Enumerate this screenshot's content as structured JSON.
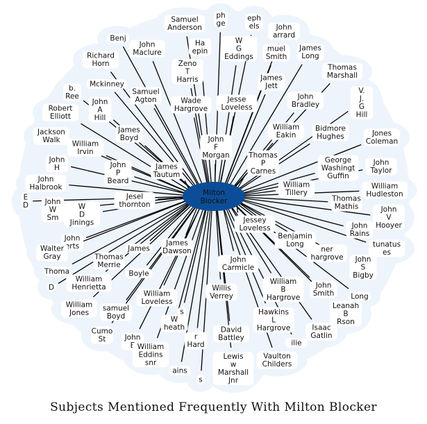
{
  "title": "Subjects Mentioned Frequently With Milton Blocker",
  "colors": {
    "center_fill": "#0b4e97",
    "halo": "#eef4fc",
    "edge": "#000000",
    "label_bg": "#ffffff"
  },
  "center": {
    "label": "Milton\nBlocker"
  },
  "nodes": [
    "Samuel\nAnderson",
    "ph\nge",
    "eph\nels",
    "John\narrard",
    "Benj",
    "John\nMaclure",
    "Ha\nepin",
    "W\nG\nEddings",
    "muel\nSmith",
    "James\nLong",
    "Richard\nHorn",
    "Zeno\nT\nHarris",
    "James\nJett",
    "Thomas\nMarshall",
    "Mckinney",
    "b.\nRee",
    "Samuel\nAgton",
    "John\nA\nHill",
    "Wade\nHargrove",
    "Jesse\nLoveless",
    "John\nBradley",
    "V.\nJ.\nG\nHill",
    "Robert\nElliott",
    "James\nBoyd",
    "William\nEakin",
    "Bidmore\nHughes",
    "Jackson\nWalk",
    "John\nF\nMorgan",
    "Jones\nColeman",
    "William\nIrvin",
    "Thomas\nP\nCarnes",
    "George\nWashingt\nGuffin",
    "John\nH",
    "John\nP\nBeard",
    "James\nTautum",
    "John\nTaylor",
    "John\nHalbrook",
    "William\nTillery",
    "William\nHudleston",
    "E\nD",
    "Jesel\nthornton",
    "John\nW\nSm",
    "W\nD\nJinings",
    "Thomas\nMathis",
    "John\nV\nHooyer",
    "Jessey\nLoveless",
    "John\nRains",
    "John\nerts",
    "Benjamin\nLong",
    "tunatus\nes",
    "Walter\nGray",
    "James",
    "James\nDawson",
    "Thomas\nMerrie",
    "John\nCarmicle",
    "ner\nhargrove",
    "John\nS\nBigby",
    "Thoma",
    "Boyle",
    "William\nHenrietta",
    "Willis\nVerrey",
    "William\nB\nHargrove",
    "John\nSmith",
    "D",
    "Long",
    "William\nLoveless",
    "samuel\nBoyd",
    "William\nJones",
    "Leanah\nB\nRson",
    "s",
    "W\nheath",
    "Hawkins\nL\nHargrove",
    "Cumo\nSt",
    "Isaac\nGatlin",
    "John\nE",
    "r\nHard",
    "David\nBattley",
    "ilie",
    "William\nEddins\nsnr",
    "Lewis\nw\nMarshall\nJnr",
    "Vaulton\nChilders",
    "ains",
    "s"
  ]
}
